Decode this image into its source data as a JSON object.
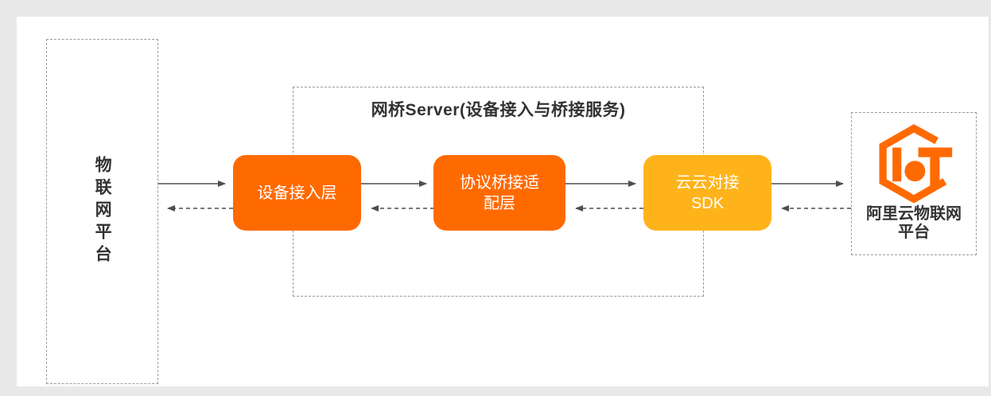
{
  "left_platform": {
    "label": "物联网平台"
  },
  "bridge_server": {
    "title": "网桥Server(设备接入与桥接服务)",
    "nodes": [
      {
        "name": "device-access-layer",
        "line1": "设备接入层",
        "line2": "",
        "color": "#FF6A00"
      },
      {
        "name": "protocol-bridge-adapter-layer",
        "line1": "协议桥接适",
        "line2": "配层",
        "color": "#FF6A00"
      },
      {
        "name": "cloud-cloud-sdk",
        "line1": "云云对接",
        "line2": "SDK",
        "color": "#FFB31A"
      }
    ]
  },
  "aliyun_platform": {
    "line1": "阿里云物联网",
    "line2": "平台",
    "logo_icon": "aliyun-iot-hexagon-logo"
  },
  "connections": {
    "forward_style": "solid-right-arrow",
    "return_style": "dashed-left-arrow"
  },
  "colors": {
    "orange": "#FF6A00",
    "amber": "#FFB31A",
    "border": "#9a9a9a",
    "arrow": "#4d4d4d",
    "text": "#333333",
    "bg": "#e8e8e8",
    "panel": "#ffffff"
  }
}
